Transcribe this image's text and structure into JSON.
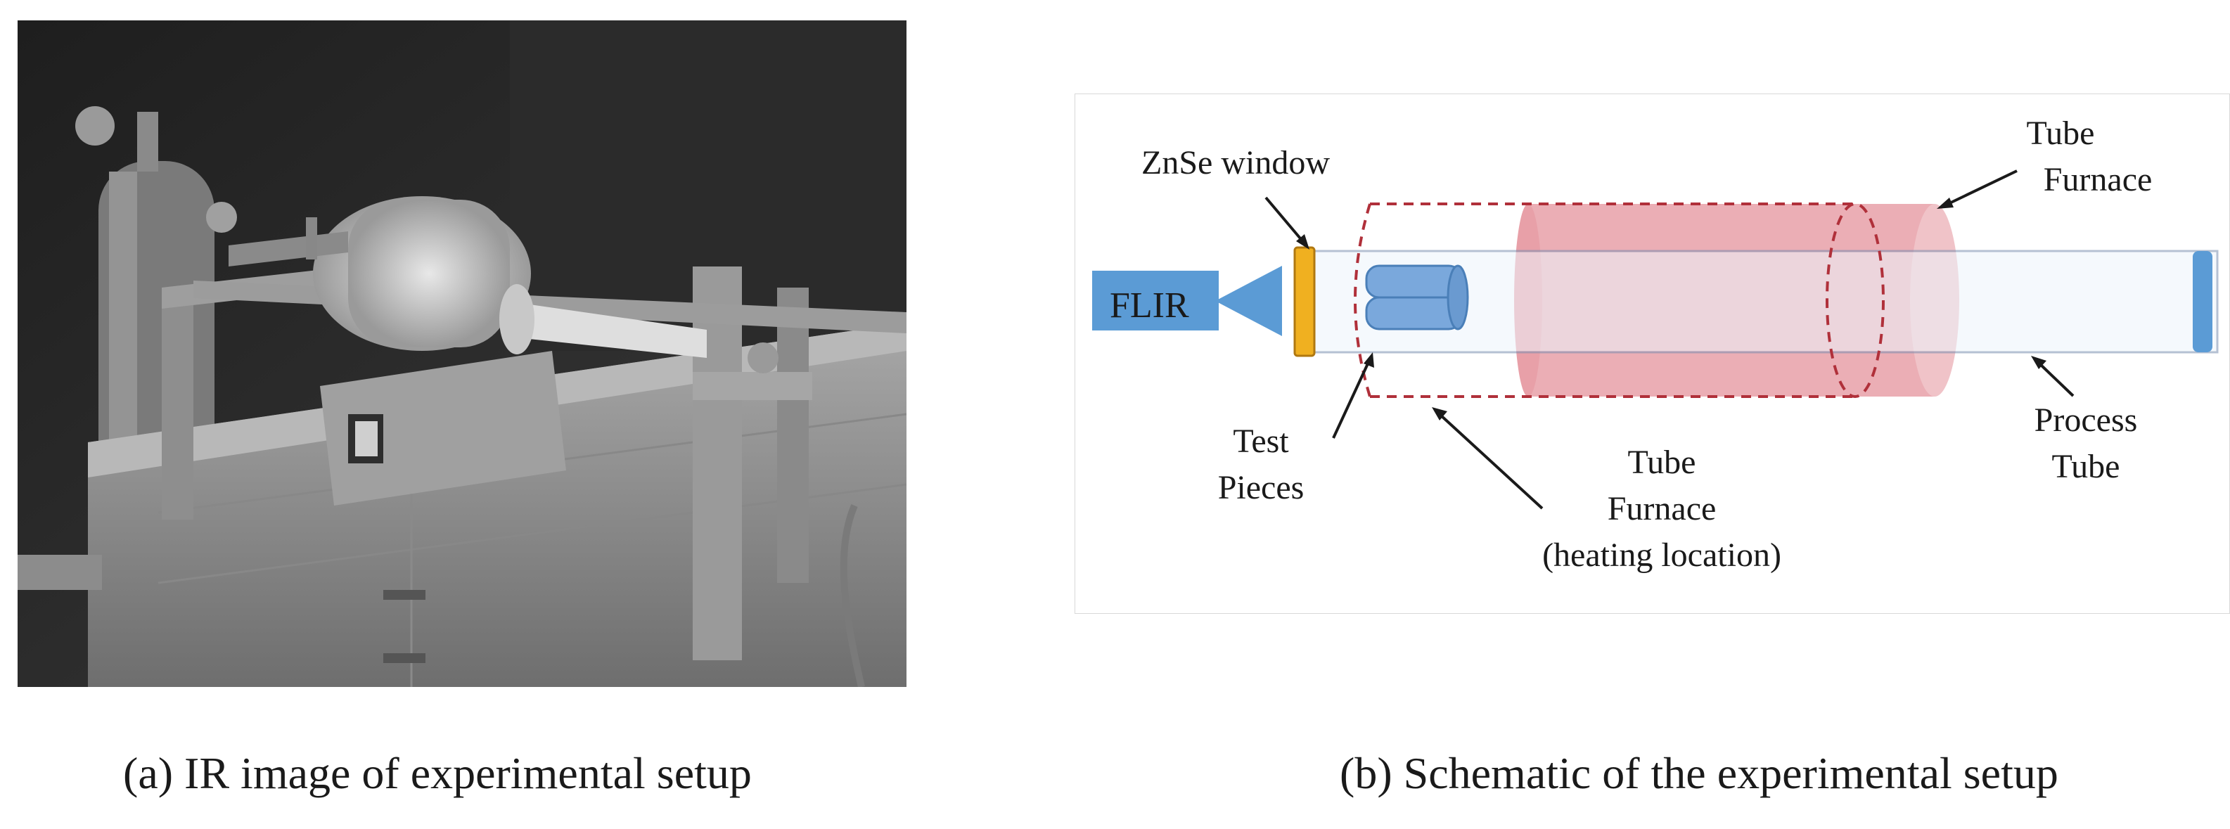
{
  "panel_a": {
    "caption": "(a) IR image of experimental setup"
  },
  "panel_b": {
    "caption": "(b) Schematic of the experimental setup",
    "labels": {
      "znse_window": "ZnSe window",
      "tube_furnace_top_line1": "Tube",
      "tube_furnace_top_line2": "Furnace",
      "flir": "FLIR",
      "test_pieces_line1": "Test",
      "test_pieces_line2": "Pieces",
      "heating_line1": "Tube",
      "heating_line2": "Furnace",
      "heating_line3": "(heating location)",
      "process_tube_line1": "Process",
      "process_tube_line2": "Tube"
    },
    "colors": {
      "flir_blue": "#5b9bd5",
      "window_orange": "#f0b020",
      "furnace_pink": "#e8a0a8",
      "dashed_red": "#b0303a",
      "tube_fill": "#eef5fc",
      "tube_outline": "#7a8fb0"
    }
  }
}
